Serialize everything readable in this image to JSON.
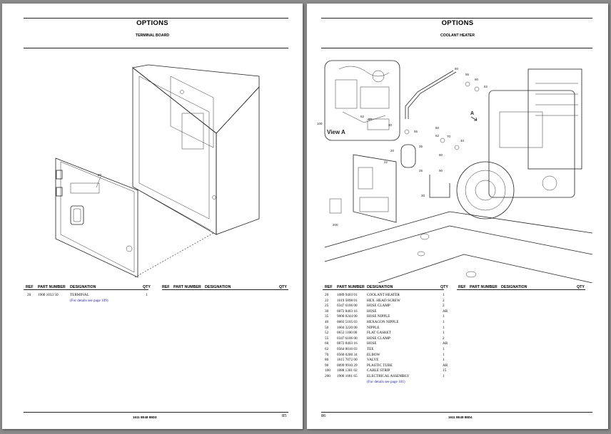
{
  "left": {
    "title": "OPTIONS",
    "subtitle": "TERMINAL BOARD",
    "diagram_labels": {
      "part_20": "20"
    },
    "table_headers": {
      "ref": "REF",
      "part_number": "PART NUMBER",
      "designation": "DESIGNATION",
      "qty": "QTY"
    },
    "rows": [
      {
        "ref": "20",
        "part": "1900 1033 50",
        "designation": "TERMINAL",
        "qty": "1"
      }
    ],
    "note": "(For details see page 109)",
    "footer": "1611 8E48 88D3",
    "page_number": "85"
  },
  "right": {
    "title": "OPTIONS",
    "subtitle": "COOLANT HEATER",
    "diagram_labels": {
      "view_a": "View A",
      "arrow_a": "A",
      "l100": "100",
      "l30": "30",
      "l62": "62",
      "l60": "60",
      "l50": "50",
      "l52": "52",
      "l55": "55",
      "l20": "20",
      "l22": "22",
      "l25": "25",
      "l35": "35",
      "l40": "40",
      "l70": "70",
      "l80": "80",
      "l90": "90",
      "l200": "200"
    },
    "table_headers": {
      "ref": "REF",
      "part_number": "PART NUMBER",
      "designation": "DESIGNATION",
      "qty": "QTY"
    },
    "rows": [
      {
        "ref": "20",
        "part": "1089 9403 01",
        "designation": "COOLANT HEATER",
        "qty": "1"
      },
      {
        "ref": "22",
        "part": "1619 5898 01",
        "designation": "HEX. HEAD SCREW",
        "qty": "2"
      },
      {
        "ref": "25",
        "part": "0347 6106 00",
        "designation": "HOSE CLAMP",
        "qty": "2"
      },
      {
        "ref": "30",
        "part": "0072 8403 16",
        "designation": "HOSE",
        "qty": "AR"
      },
      {
        "ref": "35",
        "part": "9000 0244 00",
        "designation": "HOSE NIPPLE",
        "qty": "1"
      },
      {
        "ref": "40",
        "part": "0603 5105 03",
        "designation": "HEXAGON NIPPLE",
        "qty": "1"
      },
      {
        "ref": "50",
        "part": "1604 3220 00",
        "designation": "NIPPLE",
        "qty": "1"
      },
      {
        "ref": "52",
        "part": "0653 1100 00",
        "designation": "FLAT GASKET",
        "qty": "1"
      },
      {
        "ref": "55",
        "part": "0347 6106 00",
        "designation": "HOSE CLAMP",
        "qty": "2"
      },
      {
        "ref": "60",
        "part": "0072 8403 16",
        "designation": "HOSE",
        "qty": "AR"
      },
      {
        "ref": "62",
        "part": "0564 0016 03",
        "designation": "TEE",
        "qty": "1"
      },
      {
        "ref": "70",
        "part": "0560 0200 34",
        "designation": "ELBOW",
        "qty": "1"
      },
      {
        "ref": "80",
        "part": "1615 7072 00",
        "designation": "VALVE",
        "qty": "1"
      },
      {
        "ref": "90",
        "part": "0099 9910 29",
        "designation": "PLASTIC TUBE",
        "qty": "AR"
      },
      {
        "ref": "100",
        "part": "1088 1301 02",
        "designation": "CABLE STRIP",
        "qty": "15"
      },
      {
        "ref": "200",
        "part": "1900 1001 65",
        "designation": "ELECTRICAL ASSEMBLY",
        "qty": "1"
      }
    ],
    "note": "(For details see page 101)",
    "footer": "1611 8E48 88D4",
    "page_number": "86"
  }
}
